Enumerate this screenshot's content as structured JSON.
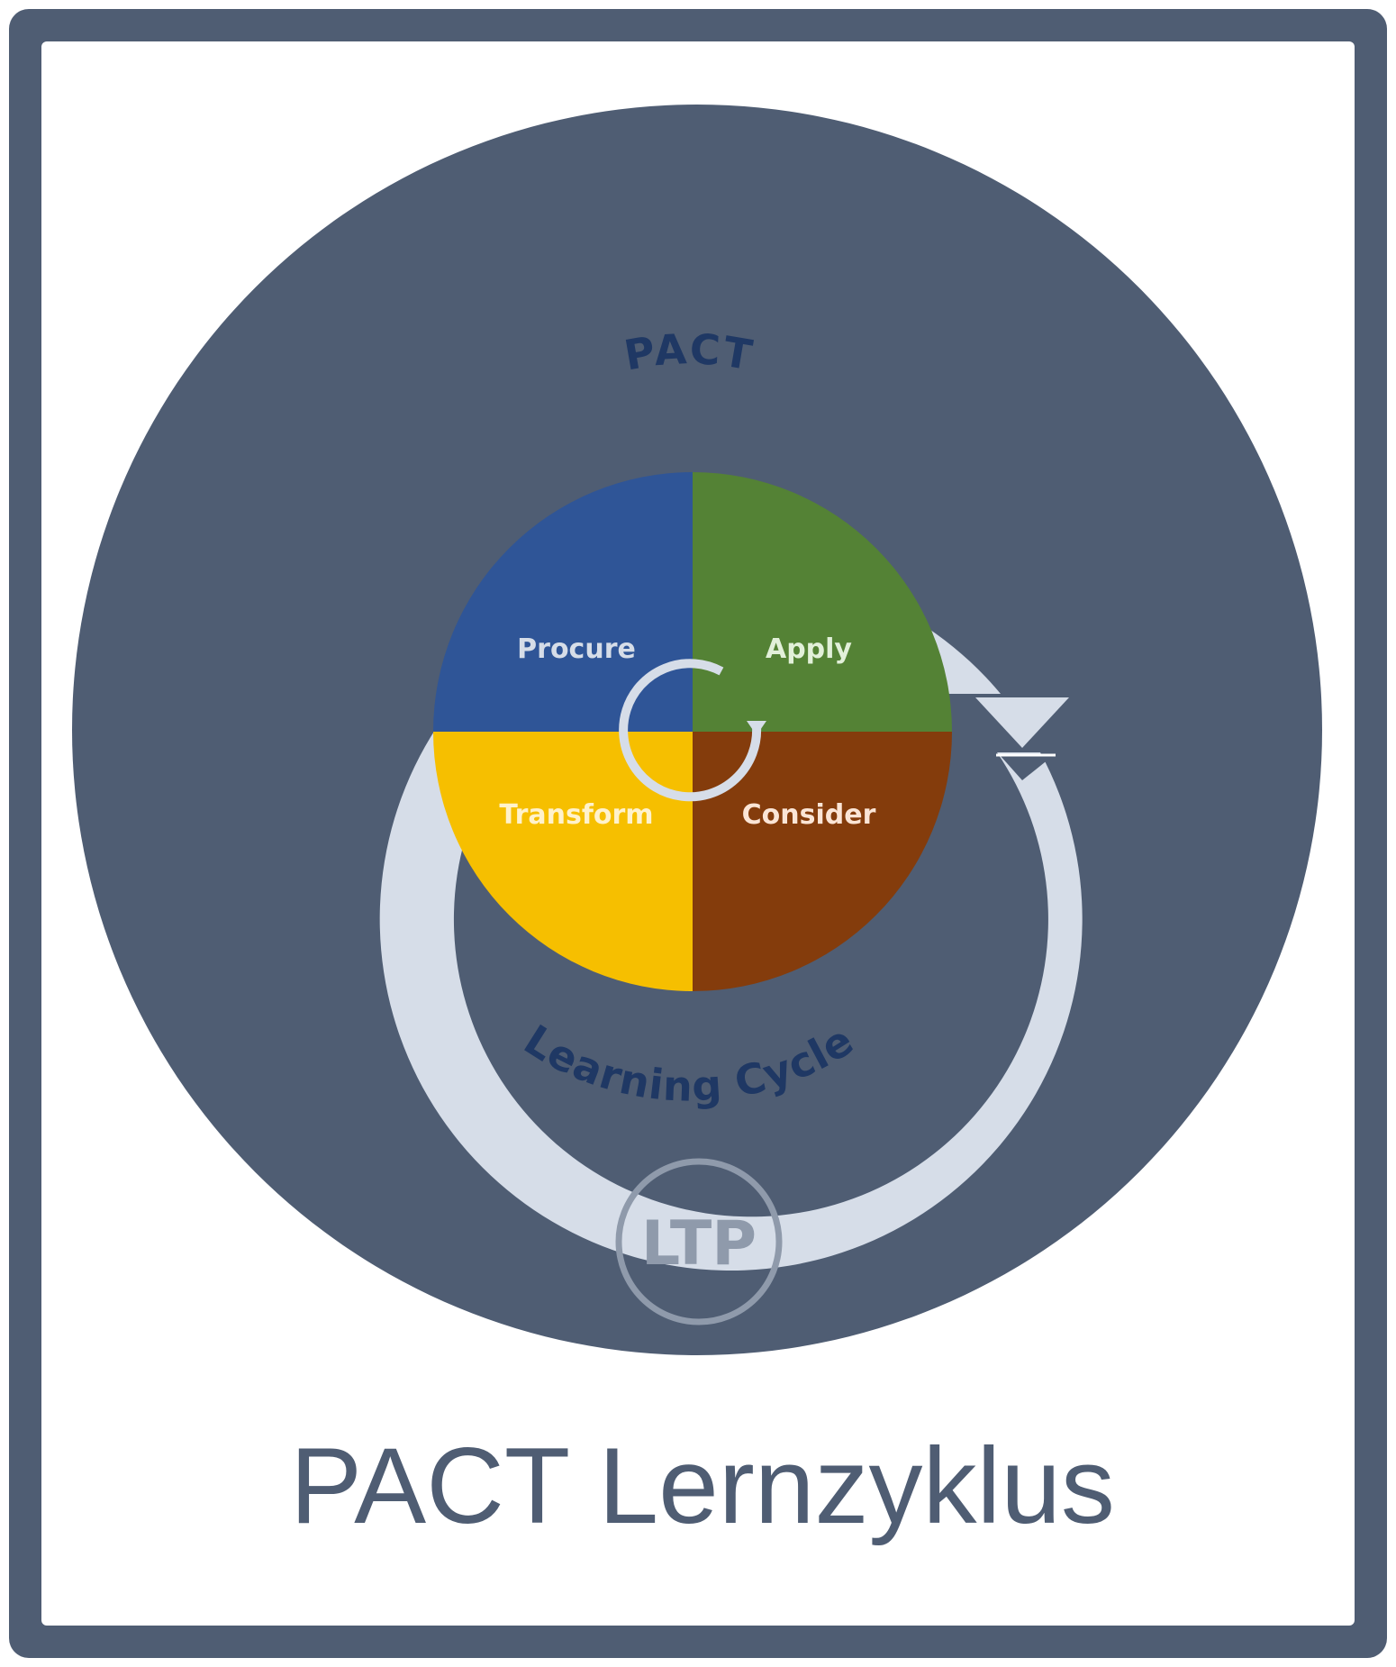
{
  "colors": {
    "frame": "#4f5d73",
    "disc": "#4f5d73",
    "ring": "#d6dde8",
    "ring_text": "#1f3864",
    "procure": "#2f5597",
    "apply": "#548235",
    "transform": "#f6bf00",
    "consider": "#843c0c",
    "logo": "#8f9aab",
    "title": "#4f5d73"
  },
  "ring": {
    "top_label": "PACT",
    "bottom_label": "Learning Cycle"
  },
  "quadrants": [
    {
      "key": "procure",
      "label": "Procure"
    },
    {
      "key": "apply",
      "label": "Apply"
    },
    {
      "key": "transform",
      "label": "Transform"
    },
    {
      "key": "consider",
      "label": "Consider"
    }
  ],
  "logo": {
    "text": "LTP"
  },
  "caption": "PACT Lernzyklus"
}
